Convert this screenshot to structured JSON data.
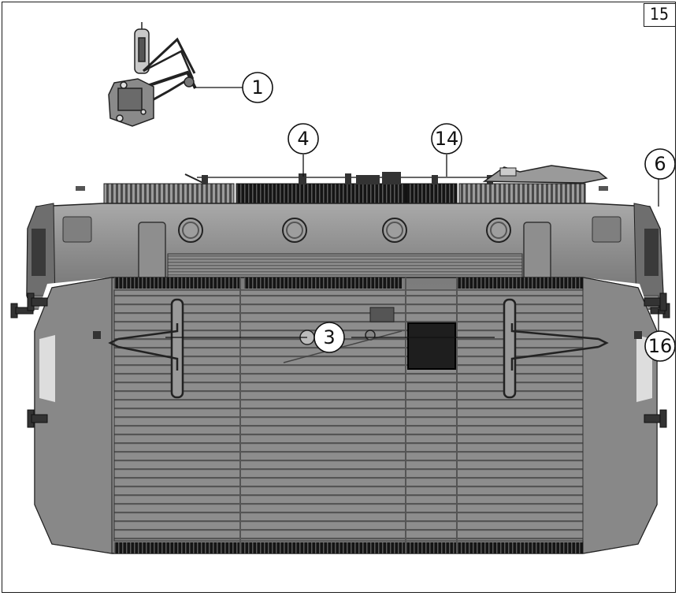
{
  "page": {
    "number": "15"
  },
  "callouts": [
    {
      "id": "c1",
      "label": "1"
    },
    {
      "id": "c4",
      "label": "4"
    },
    {
      "id": "c14",
      "label": "14"
    },
    {
      "id": "c6",
      "label": "6"
    },
    {
      "id": "c3",
      "label": "3"
    },
    {
      "id": "c16",
      "label": "16"
    }
  ],
  "colors": {
    "body": "#8f8f8f",
    "body_light": "#b3b3b3",
    "body_dark": "#5e5e5e",
    "roof_dark": "#2b2b2b",
    "screw": "#c4c4c4",
    "line": "#111111"
  }
}
